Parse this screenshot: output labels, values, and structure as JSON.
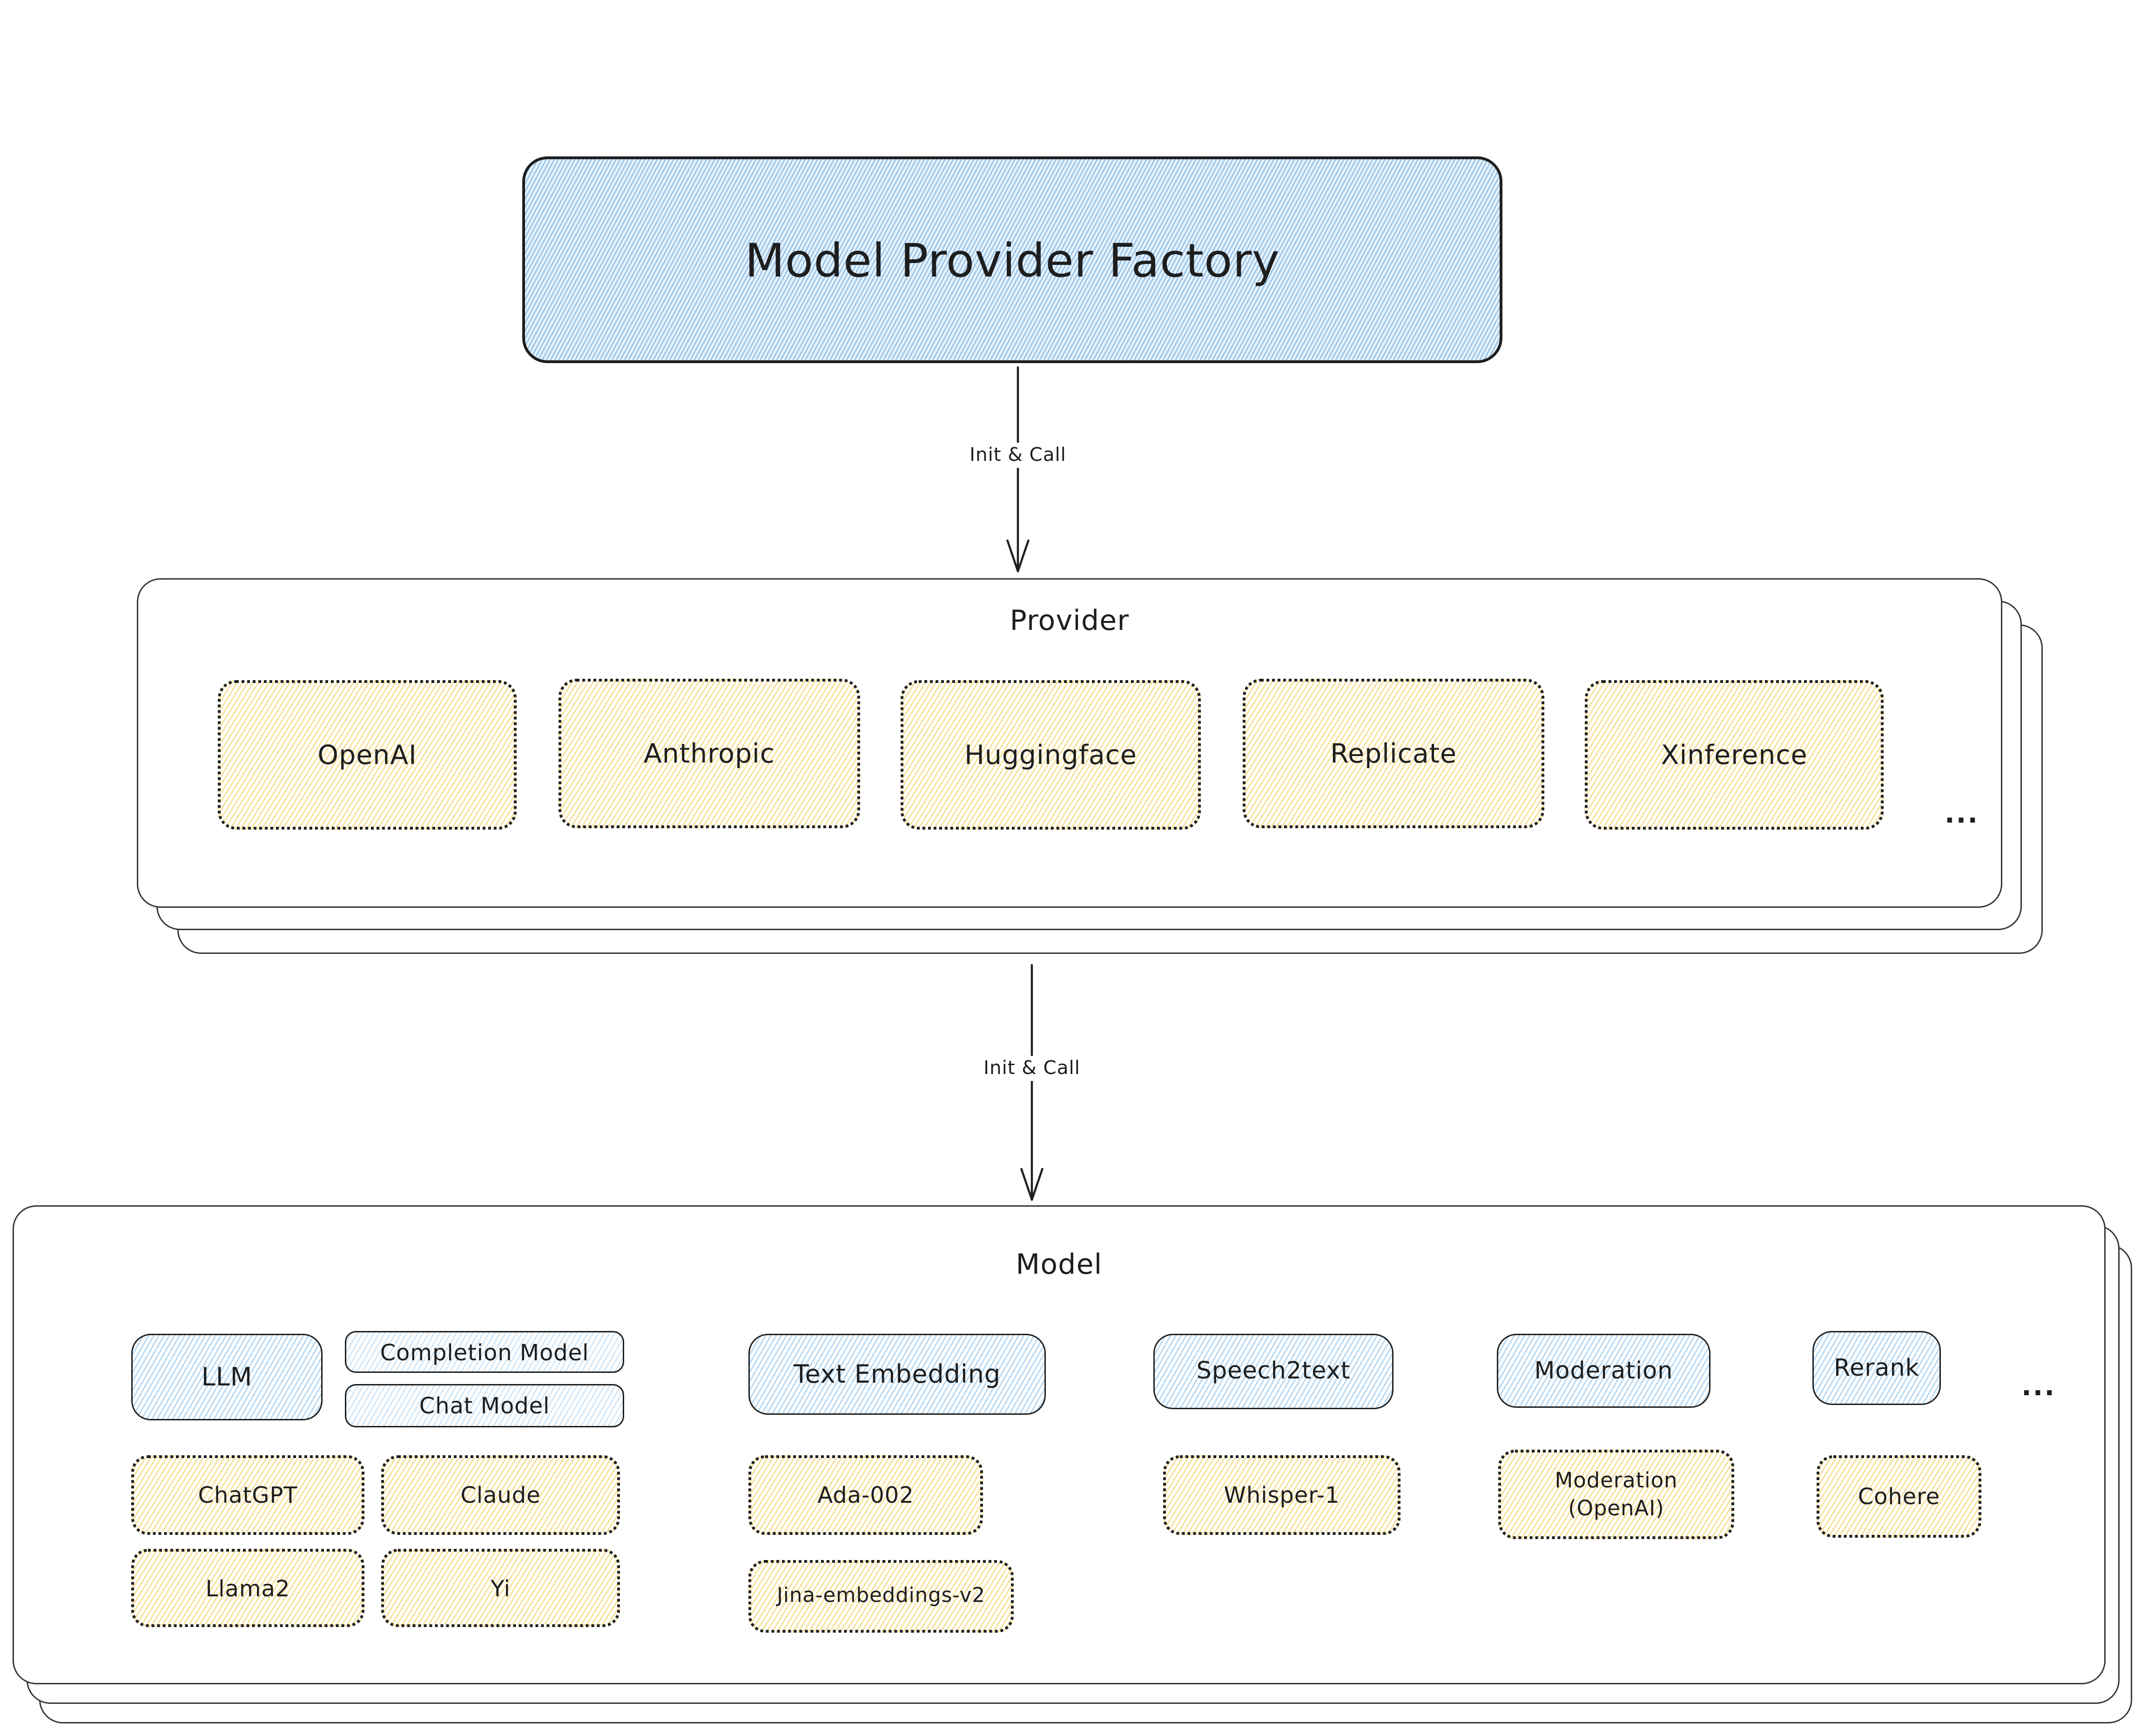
{
  "diagram": {
    "title": "Model Provider Factory",
    "arrows": [
      {
        "label": "Init & Call"
      },
      {
        "label": "Init & Call"
      }
    ],
    "provider_group": {
      "label": "Provider",
      "items": [
        {
          "label": "OpenAI"
        },
        {
          "label": "Anthropic"
        },
        {
          "label": "Huggingface"
        },
        {
          "label": "Replicate"
        },
        {
          "label": "Xinference"
        }
      ],
      "ellipsis": "..."
    },
    "model_group": {
      "label": "Model",
      "llm": {
        "label": "LLM"
      },
      "completion_model": {
        "label": "Completion Model"
      },
      "chat_model": {
        "label": "Chat Model"
      },
      "chatgpt": {
        "label": "ChatGPT"
      },
      "claude": {
        "label": "Claude"
      },
      "llama2": {
        "label": "Llama2"
      },
      "yi": {
        "label": "Yi"
      },
      "text_embedding": {
        "label": "Text Embedding"
      },
      "ada_002": {
        "label": "Ada-002"
      },
      "jina_embeddings_v2": {
        "label": "Jina-embeddings-v2"
      },
      "speech2text": {
        "label": "Speech2text"
      },
      "whisper_1": {
        "label": "Whisper-1"
      },
      "moderation": {
        "label": "Moderation"
      },
      "moderation_openai": {
        "label": "Moderation (OpenAI)"
      },
      "rerank": {
        "label": "Rerank"
      },
      "cohere": {
        "label": "Cohere"
      },
      "ellipsis": "..."
    },
    "colors": {
      "node_blue_fill": "#e7f1fa",
      "node_blue_hatch": "#82baea",
      "node_yellow_fill": "#fffef8",
      "node_yellow_hatch": "#f3d474",
      "stroke": "#1e1e1e",
      "container_stroke": "#363636",
      "text": "#1e1e1e"
    }
  }
}
